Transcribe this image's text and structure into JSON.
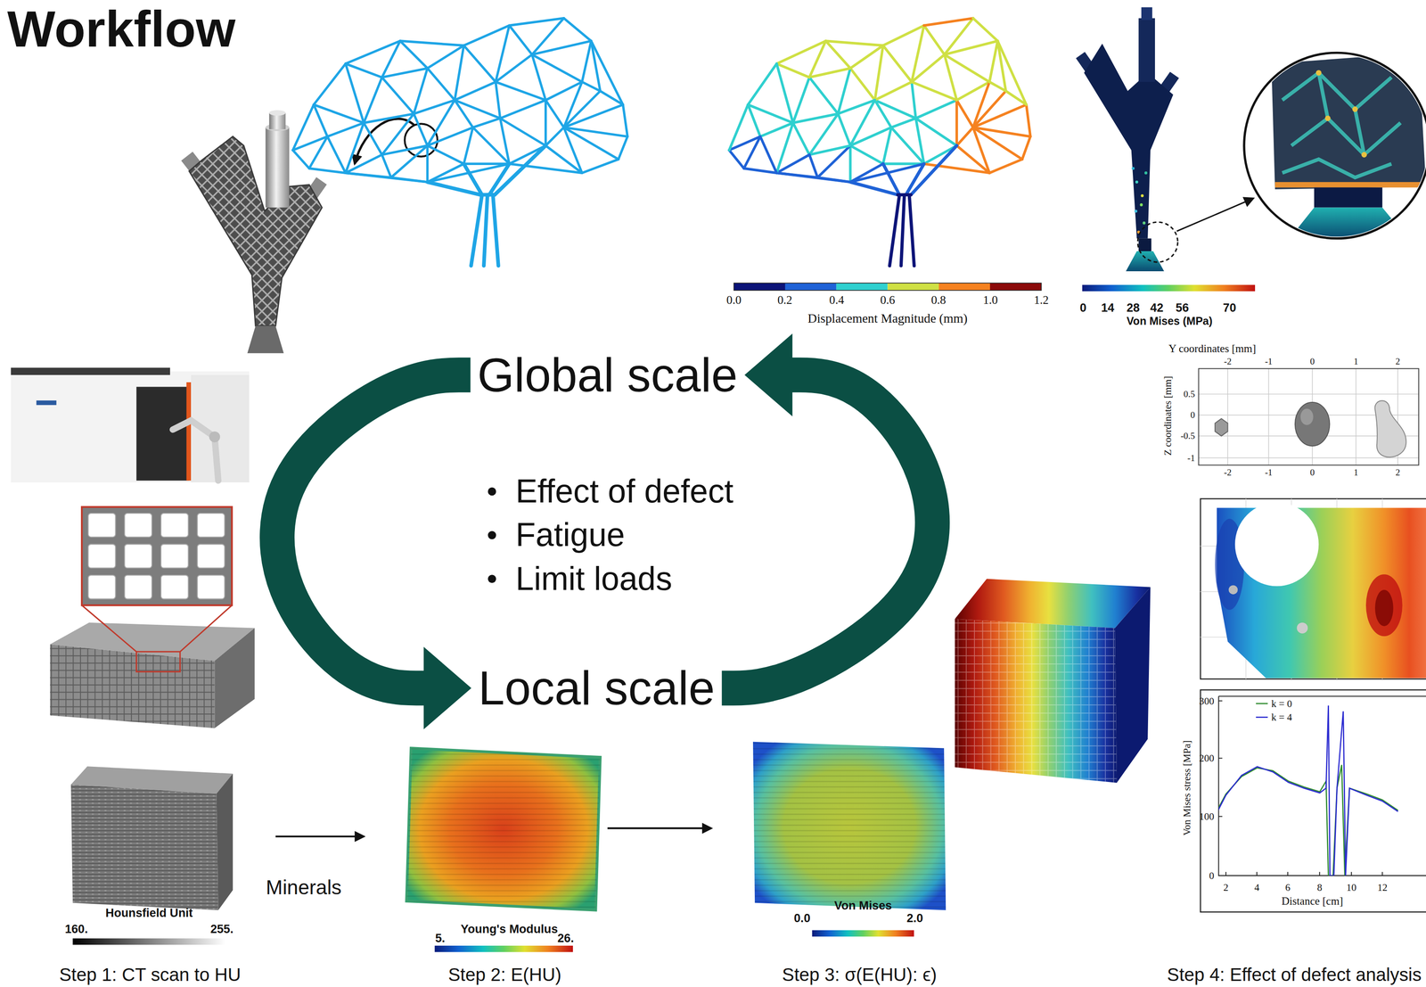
{
  "diagram": {
    "title": "Workflow",
    "nodes": [
      {
        "text": [
          "Global scale"
        ]
      },
      {
        "text": [
          "Local scale"
        ]
      }
    ],
    "edges": [
      {
        "from": 0,
        "to": 1,
        "arrow": "to"
      },
      {
        "from": 1,
        "to": 0,
        "arrow": "to"
      }
    ],
    "labels": [
      "Effect of defect",
      "Fatigue",
      "Limit loads",
      "0.0",
      "0.2",
      "0.4",
      "0.6",
      "0.8",
      "1.0",
      "1.2",
      "Displacement Magnitude (mm)",
      "0",
      "14",
      "28",
      "42",
      "56",
      "70",
      "Von Mises (MPa)",
      "Y coordinates [mm]",
      "-2",
      "-1",
      "0",
      "1",
      "2",
      "Z coordinates [mm]",
      "0.5",
      "0",
      "-0.5",
      "-1",
      "-2",
      "-1",
      "0",
      "1",
      "2",
      "300",
      "200",
      "100",
      "0",
      "Von Mises stress [MPa]",
      "2",
      "4",
      "6",
      "8",
      "10",
      "12",
      "Distance [cm]",
      "Hounsfield Unit",
      "160.",
      "255.",
      "Minerals",
      "Young's Modulus",
      "5.",
      "26.",
      "Von Mises",
      "0.0",
      "2.0",
      "Step 1: CT scan to HU",
      "Step 2: E(HU)",
      "Step 3: σ(E(HU): ϵ)",
      "Step 4: Effect of defect analysis"
    ],
    "legend": [
      {
        "text": "k = 0"
      },
      {
        "text": "k = 4"
      }
    ]
  }
}
